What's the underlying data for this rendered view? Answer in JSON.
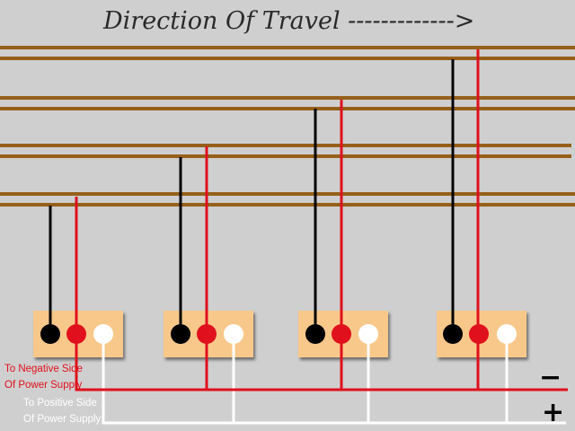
{
  "title": "Direction Of Travel  ------------->",
  "labels": {
    "negative_line1": "To Negative Side",
    "negative_line2": "Of Power Supply",
    "positive_line1": "To Positive Side",
    "positive_line2": "Of Power Supply",
    "minus_symbol": "−",
    "plus_symbol": "+"
  },
  "colors": {
    "rail": "#96601a",
    "negative": "#e0101c",
    "positive": "#ffffff",
    "sensor": "#000000",
    "block": "#f8c88a"
  }
}
